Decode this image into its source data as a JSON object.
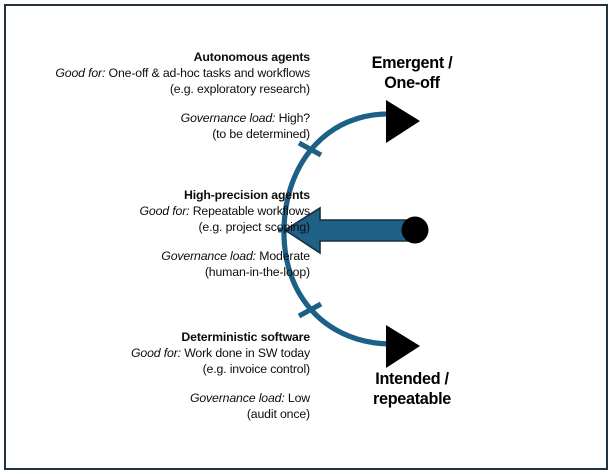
{
  "diagram": {
    "title_present": false,
    "frame_color": "#20333f",
    "accent_color": "#1c6087",
    "arrow_fill": "#1f6087",
    "arrow_stroke": "#14303f",
    "knob_color": "#000000",
    "arrowhead_color": "#000000",
    "background": "#ffffff"
  },
  "poles": {
    "top": {
      "line1": "Emergent /",
      "line2": "One-off"
    },
    "bottom": {
      "line1": "Intended /",
      "line2": "repeatable"
    }
  },
  "tiers": [
    {
      "id": "autonomous-agents",
      "title": "Autonomous agents",
      "good_for_label": "Good for:",
      "good_for_value": " One-off & ad-hoc tasks and workflows",
      "good_for_example": "(e.g. exploratory research)",
      "governance_label": "Governance load:",
      "governance_value": " High?",
      "governance_note": "(to be determined)"
    },
    {
      "id": "high-precision-agents",
      "title": "High-precision agents",
      "good_for_label": "Good for:",
      "good_for_value": " Repeatable workflows",
      "good_for_example": "(e.g. project scoping)",
      "governance_label": "Governance load:",
      "governance_value": " Moderate",
      "governance_note": "(human-in-the-loop)"
    },
    {
      "id": "deterministic-software",
      "title": "Deterministic software",
      "good_for_label": "Good for:",
      "good_for_value": " Work done in SW today",
      "good_for_example": "(e.g. invoice control)",
      "governance_label": "Governance load:",
      "governance_value": " Low",
      "governance_note": "(audit once)"
    }
  ],
  "icons": {
    "dial_arc": "dial-arc-icon",
    "top_arrowhead": "triangle-right-icon",
    "bottom_arrowhead": "triangle-right-icon",
    "selector_arrow": "arrow-left-icon",
    "selector_knob": "circle-knob-icon",
    "tick_top": "tick-mark-icon",
    "tick_middle": "tick-mark-icon",
    "tick_bottom": "tick-mark-icon"
  }
}
